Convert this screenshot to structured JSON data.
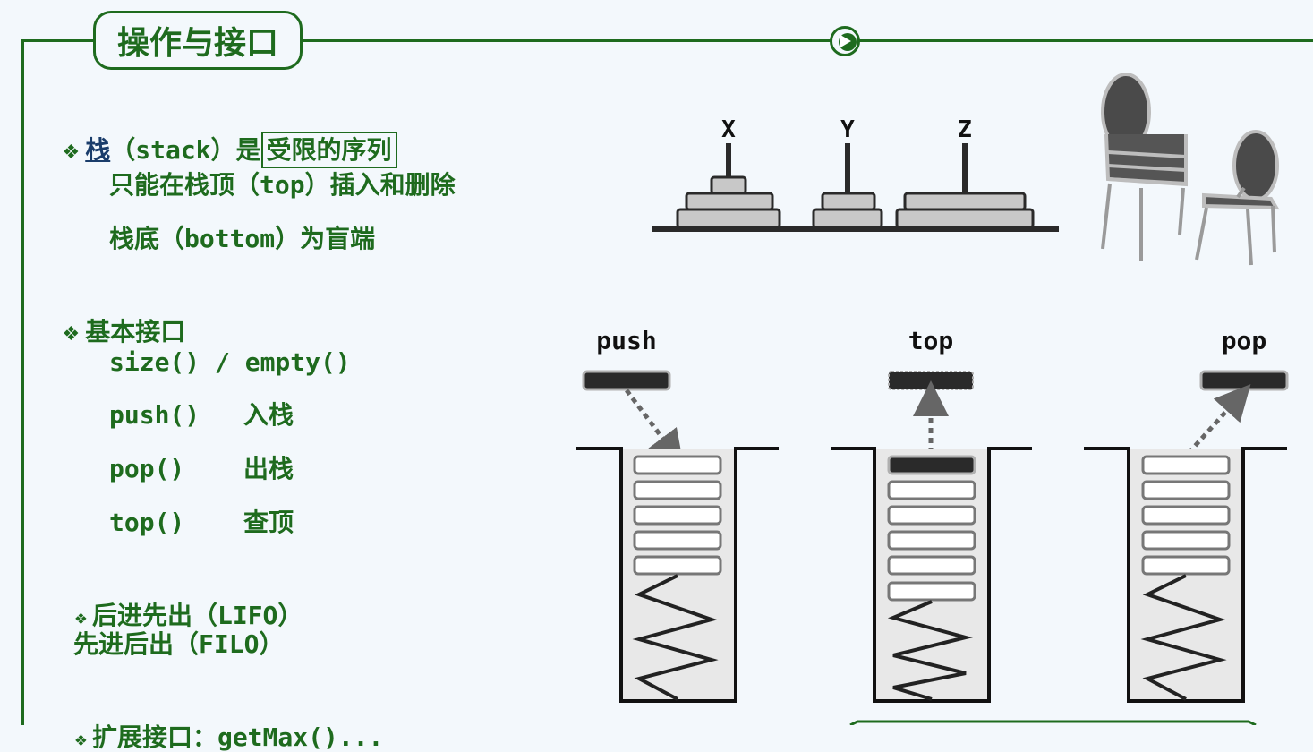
{
  "header": {
    "title": "操作与接口"
  },
  "content": {
    "l1_word": "栈",
    "l1_paren": "（stack）是",
    "l1_boxed": "受限的序列",
    "l2": "只能在栈顶（top）插入和删除",
    "l3": "栈底（bottom）为盲端",
    "l4": "基本接口",
    "l5": "size() / empty()",
    "l6_code": "push()",
    "l6_desc": "入栈",
    "l7_code": "pop()",
    "l7_desc": "出栈",
    "l8_code": "top()",
    "l8_desc": "查顶",
    "l9": "后进先出（LIFO）",
    "l10": "先进后出（FILO）",
    "l11": "扩展接口：getMax()..."
  },
  "hanoi": {
    "pegs": [
      "X",
      "Y",
      "Z"
    ]
  },
  "ops": {
    "push": "push",
    "top": "top",
    "pop": "pop"
  },
  "colors": {
    "accent": "#1e6b1e",
    "dark": "#222222",
    "well_fill": "#e8e8e8"
  }
}
